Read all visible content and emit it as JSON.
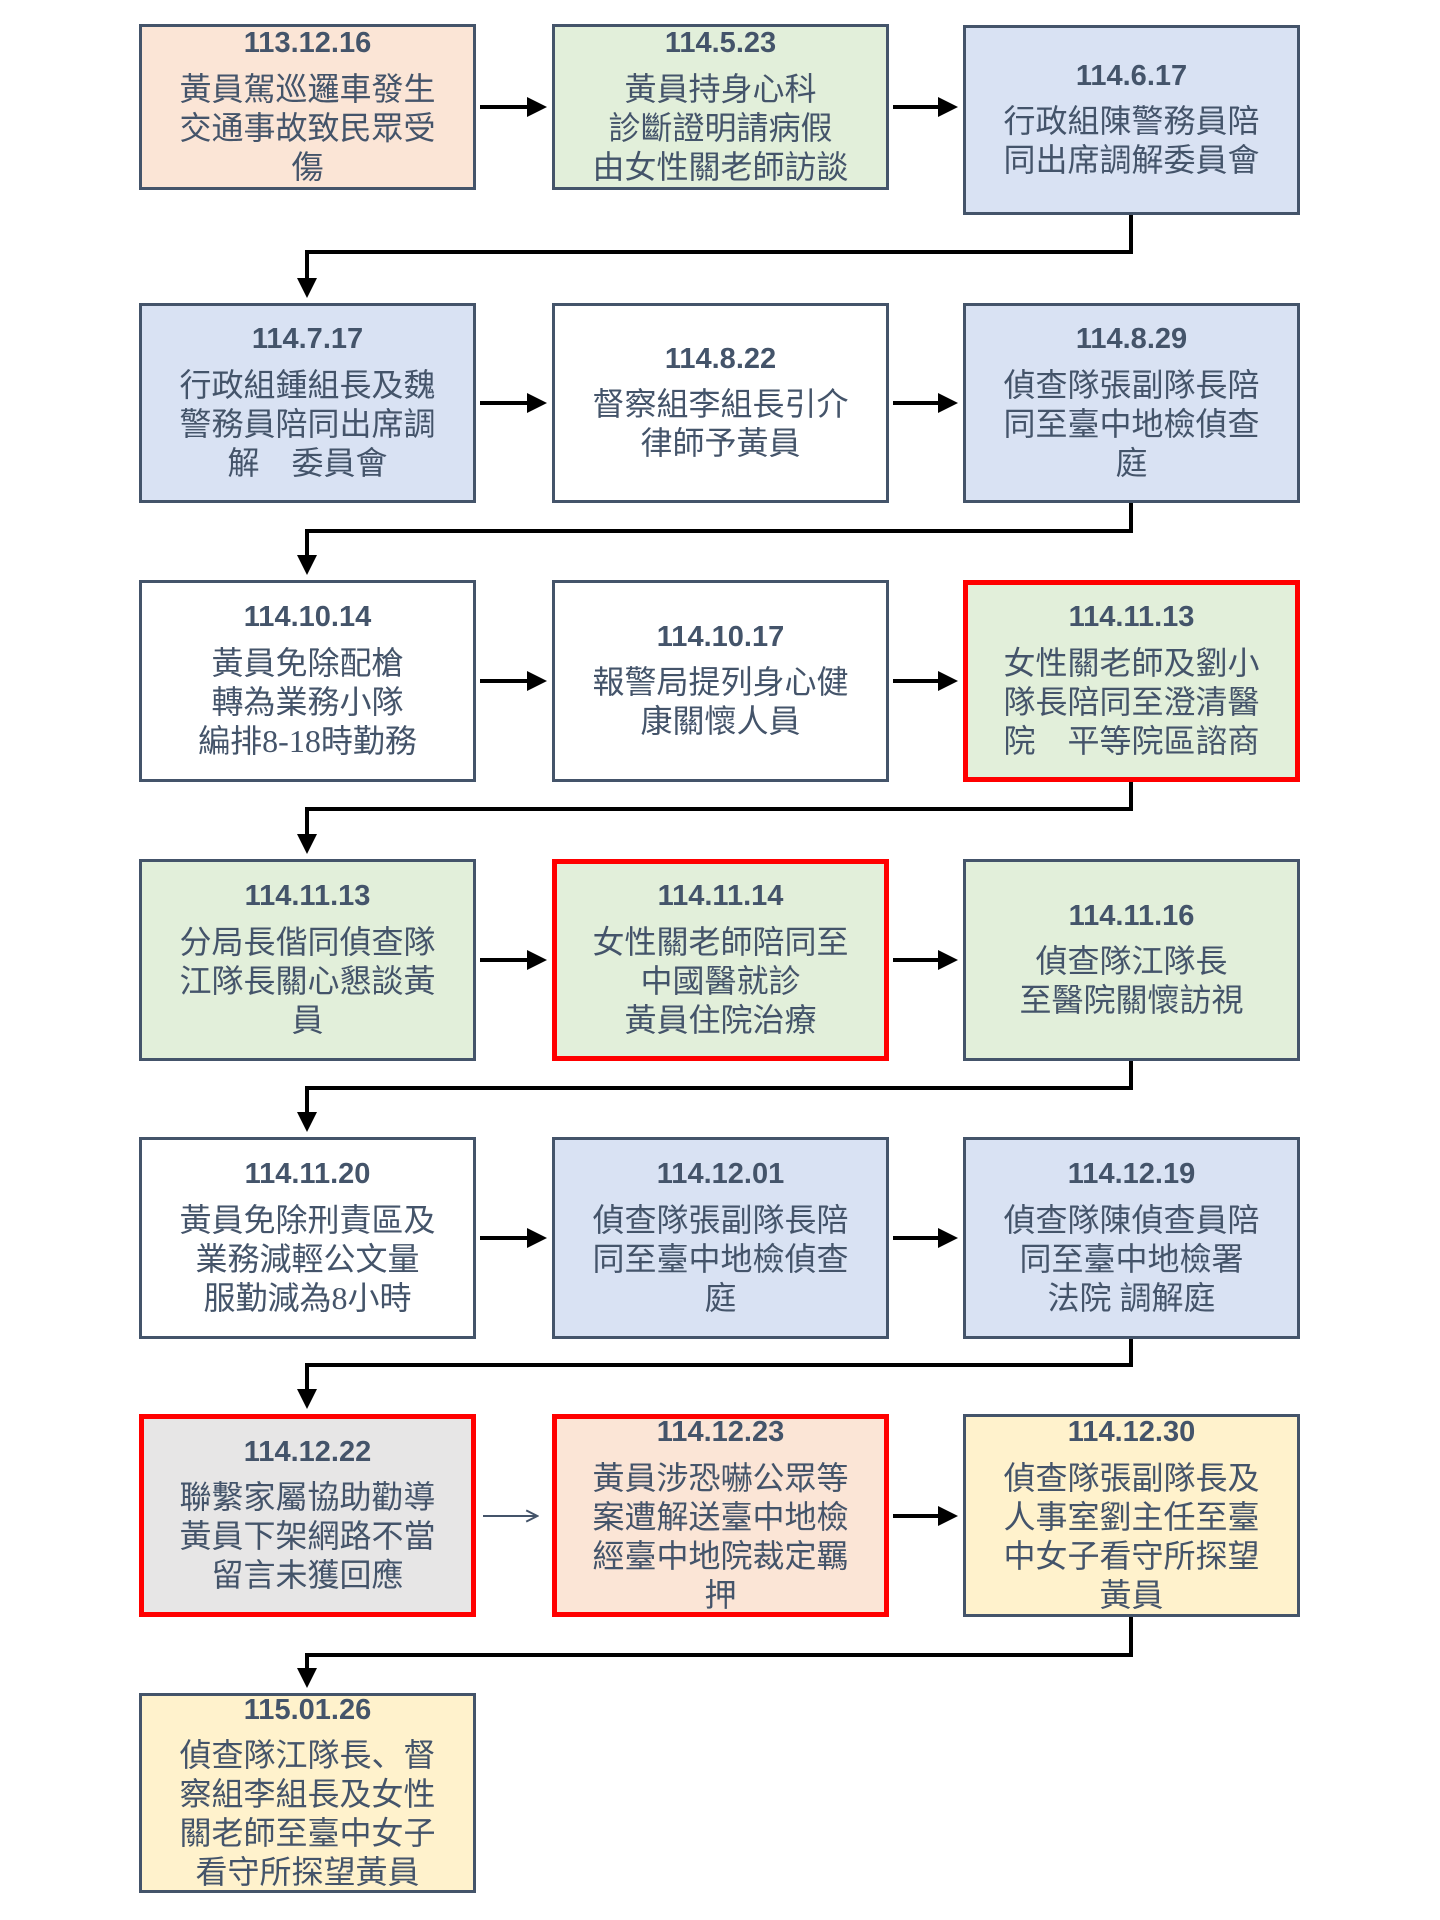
{
  "palette": {
    "accident": "#FBE5D6",
    "care": "#E2EFDA",
    "escort": "#D9E2F3",
    "plain": "#FFFFFF",
    "family": "#E7E6E6",
    "detention_visit": "#FFF2CC",
    "box_border": "#44546A",
    "highlight_border": "#FF0000",
    "arrow": "#000000",
    "text": "#44546A"
  },
  "boxes": [
    {
      "date": "113.12.16",
      "text": "黃員駕巡邏車發生\n交通事故致民眾受\n傷",
      "fill": "peach",
      "border": "navy"
    },
    {
      "date": "114.5.23",
      "text": "黃員持身心科\n診斷證明請病假\n由女性關老師訪談",
      "fill": "green",
      "border": "navy"
    },
    {
      "date": "114.6.17",
      "text": "行政組陳警務員陪\n同出席調解委員會",
      "fill": "blue",
      "border": "navy"
    },
    {
      "date": "114.7.17",
      "text": "行政組鍾組長及魏\n警務員陪同出席調\n解　委員會",
      "fill": "blue",
      "border": "navy"
    },
    {
      "date": "114.8.22",
      "text": "督察組李組長引介\n律師予黃員",
      "fill": "white",
      "border": "navy"
    },
    {
      "date": "114.8.29",
      "text": "偵查隊張副隊長陪\n同至臺中地檢偵查\n庭",
      "fill": "blue",
      "border": "navy"
    },
    {
      "date": "114.10.14",
      "text": "黃員免除配槍\n轉為業務小隊\n編排8-18時勤務",
      "fill": "white",
      "border": "navy"
    },
    {
      "date": "114.10.17",
      "text": "報警局提列身心健\n康關懷人員",
      "fill": "white",
      "border": "navy"
    },
    {
      "date": "114.11.13",
      "text": "女性關老師及劉小\n隊長陪同至澄清醫\n院　平等院區諮商",
      "fill": "green",
      "border": "red"
    },
    {
      "date": "114.11.13",
      "text": "分局長偕同偵查隊\n江隊長關心懇談黃\n員",
      "fill": "green",
      "border": "navy"
    },
    {
      "date": "114.11.14",
      "text": "女性關老師陪同至\n中國醫就診\n黃員住院治療",
      "fill": "green",
      "border": "red"
    },
    {
      "date": "114.11.16",
      "text": "偵查隊江隊長\n至醫院關懷訪視",
      "fill": "green",
      "border": "navy"
    },
    {
      "date": "114.11.20",
      "text": "黃員免除刑責區及\n業務減輕公文量\n服勤減為8小時",
      "fill": "white",
      "border": "navy"
    },
    {
      "date": "114.12.01",
      "text": "偵查隊張副隊長陪\n同至臺中地檢偵查\n庭",
      "fill": "blue",
      "border": "navy"
    },
    {
      "date": "114.12.19",
      "text": "偵查隊陳偵查員陪\n同至臺中地檢署\n法院 調解庭",
      "fill": "blue",
      "border": "navy"
    },
    {
      "date": "114.12.22",
      "text": "聯繫家屬協助勸導\n黃員下架網路不當\n留言未獲回應",
      "fill": "gray",
      "border": "red"
    },
    {
      "date": "114.12.23",
      "text": "黃員涉恐嚇公眾等\n案遭解送臺中地檢\n經臺中地院裁定羈\n押",
      "fill": "peach",
      "border": "red"
    },
    {
      "date": "114.12.30",
      "text": "偵查隊張副隊長及\n人事室劉主任至臺\n中女子看守所探望\n黃員",
      "fill": "yellow",
      "border": "navy"
    },
    {
      "date": "115.01.26",
      "text": "偵查隊江隊長、督\n察組李組長及女性\n關老師至臺中女子\n看守所探望黃員",
      "fill": "yellow",
      "border": "navy"
    }
  ]
}
